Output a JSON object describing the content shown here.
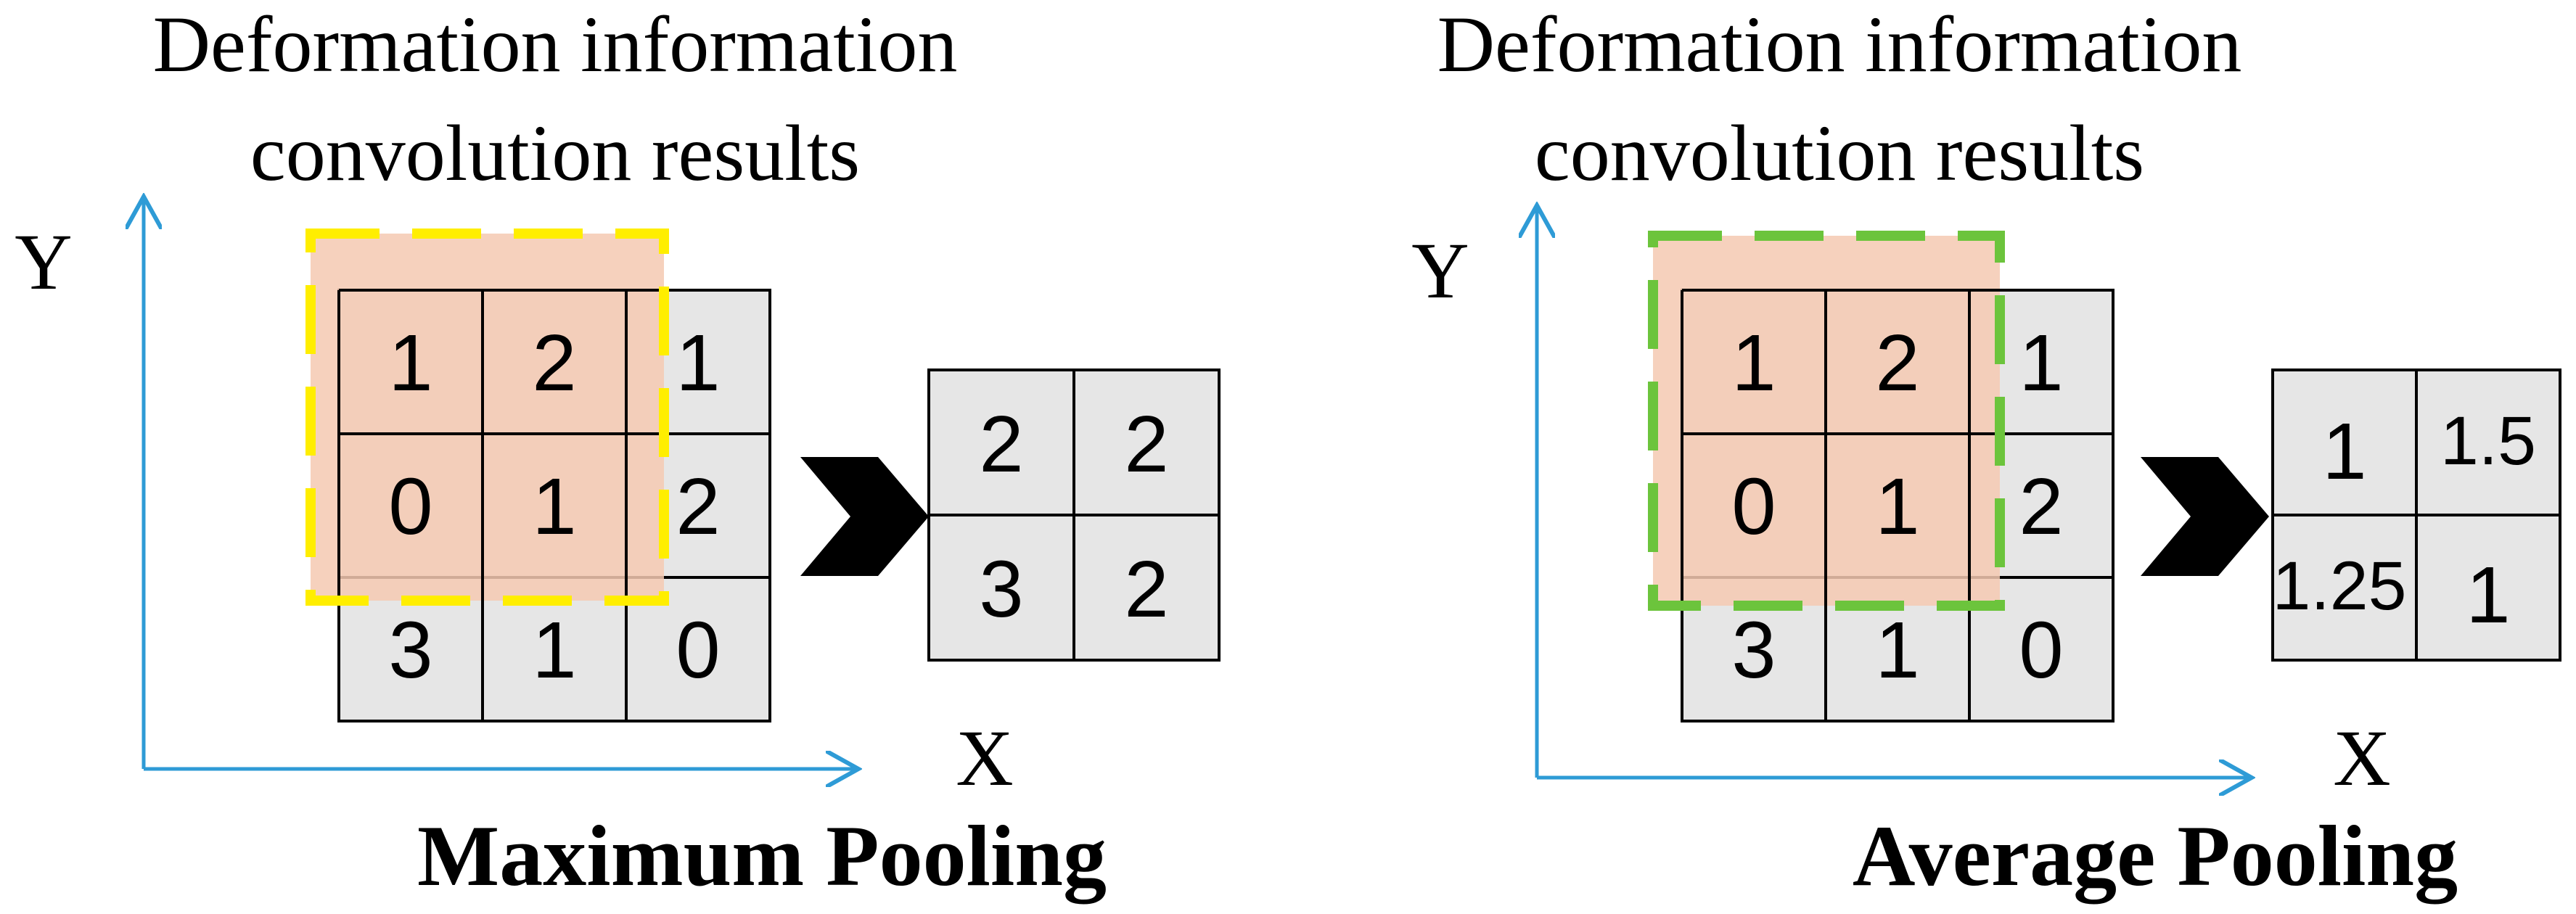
{
  "colors": {
    "axis": "#2e9bd6",
    "cell_fill": "#e6e6e6",
    "highlight_fill": "#f5c9b1",
    "max_box": "#ffee00",
    "avg_box": "#6cc43c"
  },
  "panels": [
    {
      "title_line1": "Deformation information",
      "title_line2": "convolution results",
      "y_label": "Y",
      "x_label": "X",
      "input_grid": [
        [
          "1",
          "2",
          "1"
        ],
        [
          "0",
          "1",
          "2"
        ],
        [
          "3",
          "1",
          "0"
        ]
      ],
      "output_grid": [
        [
          "2",
          "2"
        ],
        [
          "3",
          "2"
        ]
      ],
      "caption": "Maximum Pooling",
      "window_color_name": "yellow",
      "arrow_icon": "chevron-right-icon"
    },
    {
      "title_line1": "Deformation information",
      "title_line2": "convolution results",
      "y_label": "Y",
      "x_label": "X",
      "input_grid": [
        [
          "1",
          "2",
          "1"
        ],
        [
          "0",
          "1",
          "2"
        ],
        [
          "3",
          "1",
          "0"
        ]
      ],
      "output_grid": [
        [
          "1",
          "1.5"
        ],
        [
          "1.25",
          "1"
        ]
      ],
      "caption": "Average Pooling",
      "window_color_name": "green",
      "arrow_icon": "chevron-right-icon"
    }
  ]
}
